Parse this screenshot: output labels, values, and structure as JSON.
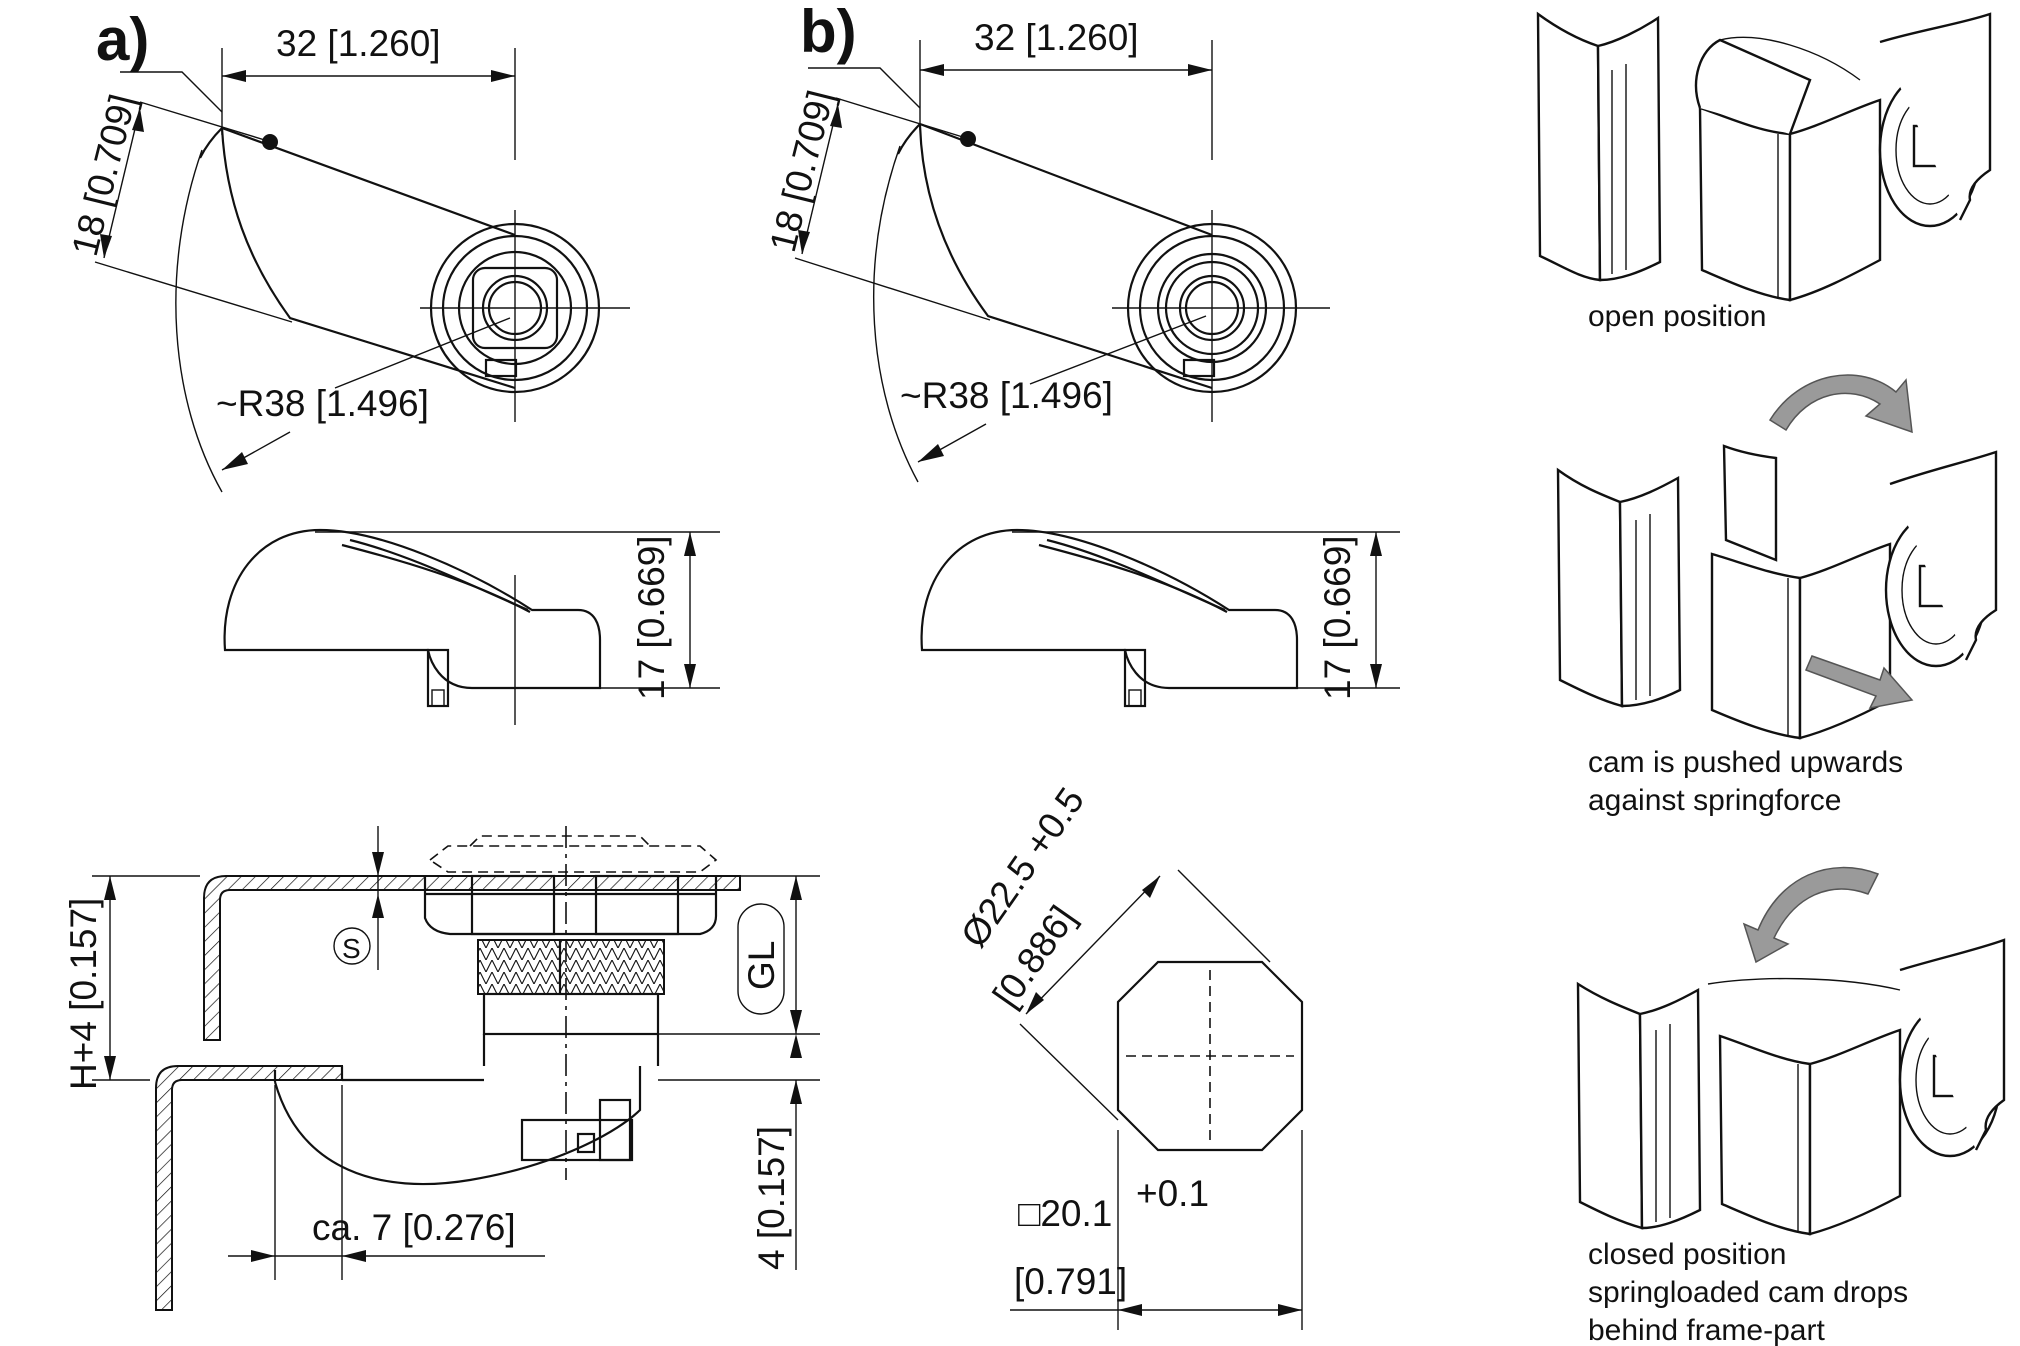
{
  "panel_a": {
    "label": "a)",
    "dim_width": "32 [1.260]",
    "dim_height": "18 [0.709]",
    "dim_radius": "~R38 [1.496]",
    "dim_side_height": "17 [0.669]"
  },
  "panel_b": {
    "label": "b)",
    "dim_width": "32 [1.260]",
    "dim_height": "18 [0.709]",
    "dim_radius": "~R38 [1.496]",
    "dim_side_height": "17 [0.669]"
  },
  "section": {
    "dim_h": "H+4 [0.157]",
    "symbol_s": "S",
    "symbol_gl": "GL",
    "dim_offset": "ca. 7 [0.276]",
    "dim_four": "4 [0.157]"
  },
  "cutout": {
    "diameter_value": "Ø22.5 +0.5",
    "diameter_inch": "[0.886]",
    "square_value": "□20.1",
    "square_tol": "+0.1",
    "square_inch": "[0.791]"
  },
  "steps": [
    {
      "lines": [
        "open position"
      ]
    },
    {
      "lines": [
        "cam is pushed upwards",
        "against springforce"
      ]
    },
    {
      "lines": [
        "closed position",
        "springloaded cam drops",
        "behind frame-part"
      ]
    }
  ],
  "colors": {
    "line": "#111111",
    "arrow_fill": "#9a9a9a",
    "background": "#ffffff"
  }
}
